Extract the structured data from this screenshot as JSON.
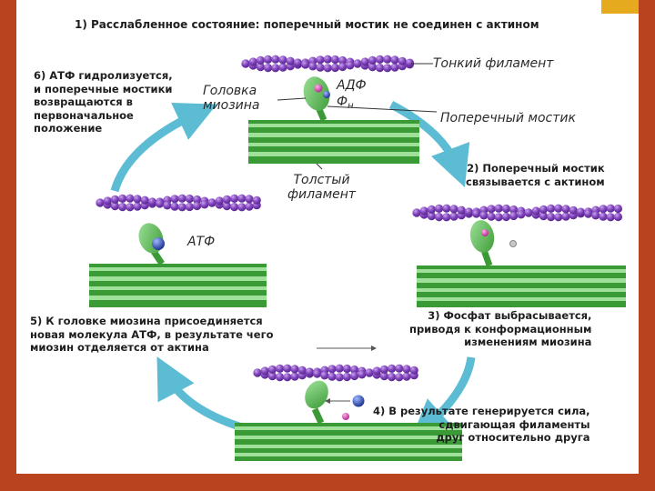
{
  "colors": {
    "background": "#b8431e",
    "slide": "#ffffff",
    "accent": "#e6aa1f",
    "actin": "#7a3fb0",
    "actin_light": "#b080e0",
    "thick_filament": "#3a9a35",
    "thick_filament_light": "#9fe09a",
    "myosin_head": "#69c062",
    "arrow": "#5bbcd4",
    "atp": "#2e4cb4",
    "phosphate": "#d050b0"
  },
  "title": "1) Расслабленное состояние: поперечный мостик не соединен с актином",
  "steps": [
    {
      "id": "2",
      "text": "2) Поперечный мостик\nсвязывается с актином"
    },
    {
      "id": "3",
      "text": "3) Фосфат выбрасывается,\nприводя к конформационным\nизменениям миозина"
    },
    {
      "id": "4",
      "text": "4) В результате генерируется сила,\nсдвигающая филаменты\nдруг относительно друга"
    },
    {
      "id": "5",
      "text": "5) К головке миозина присоединяется\nновая молекула АТФ, в результате чего\nмиозин отделяется от актина"
    },
    {
      "id": "6",
      "text": "6) АТФ гидролизуется,\nи поперечные мостики\nвозвращаются в\nпервоначальное\nположение"
    }
  ],
  "labels": {
    "thin_filament": "Тонкий филамент",
    "myosin_head": "Головка\nмиозина",
    "adp": "АДФ",
    "phosphate_main": "Ф",
    "phosphate_sub": "н",
    "cross_bridge": "Поперечный мостик",
    "thick_filament": "Толстый\nфиламент",
    "atp": "АТФ"
  }
}
